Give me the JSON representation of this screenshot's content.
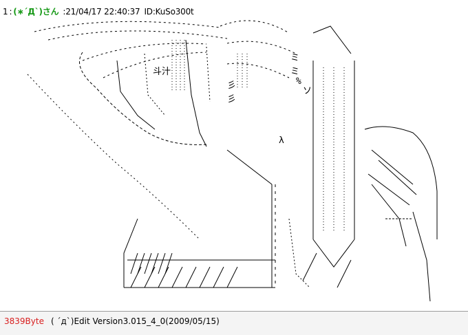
{
  "post": {
    "number": "1",
    "separator": ":",
    "name": "(∗´Д`)さん",
    "date": ":21/04/17 22:40:37",
    "id": "ID:KuSo300t"
  },
  "art": {
    "kanji": "斗汁",
    "small_glyphs": [
      "ミ",
      "ミ",
      "彡",
      "彡",
      "%",
      "ソ",
      "λ"
    ]
  },
  "status": {
    "bytes": "3839Byte",
    "face": "( ´д`)",
    "version": "Edit Version3.015_4_0(2009/05/15)"
  },
  "colors": {
    "name": "#1a9a1a",
    "bytes": "#d81e1e",
    "footer_bg": "#f4f4f4",
    "art_ink": "#000000"
  }
}
